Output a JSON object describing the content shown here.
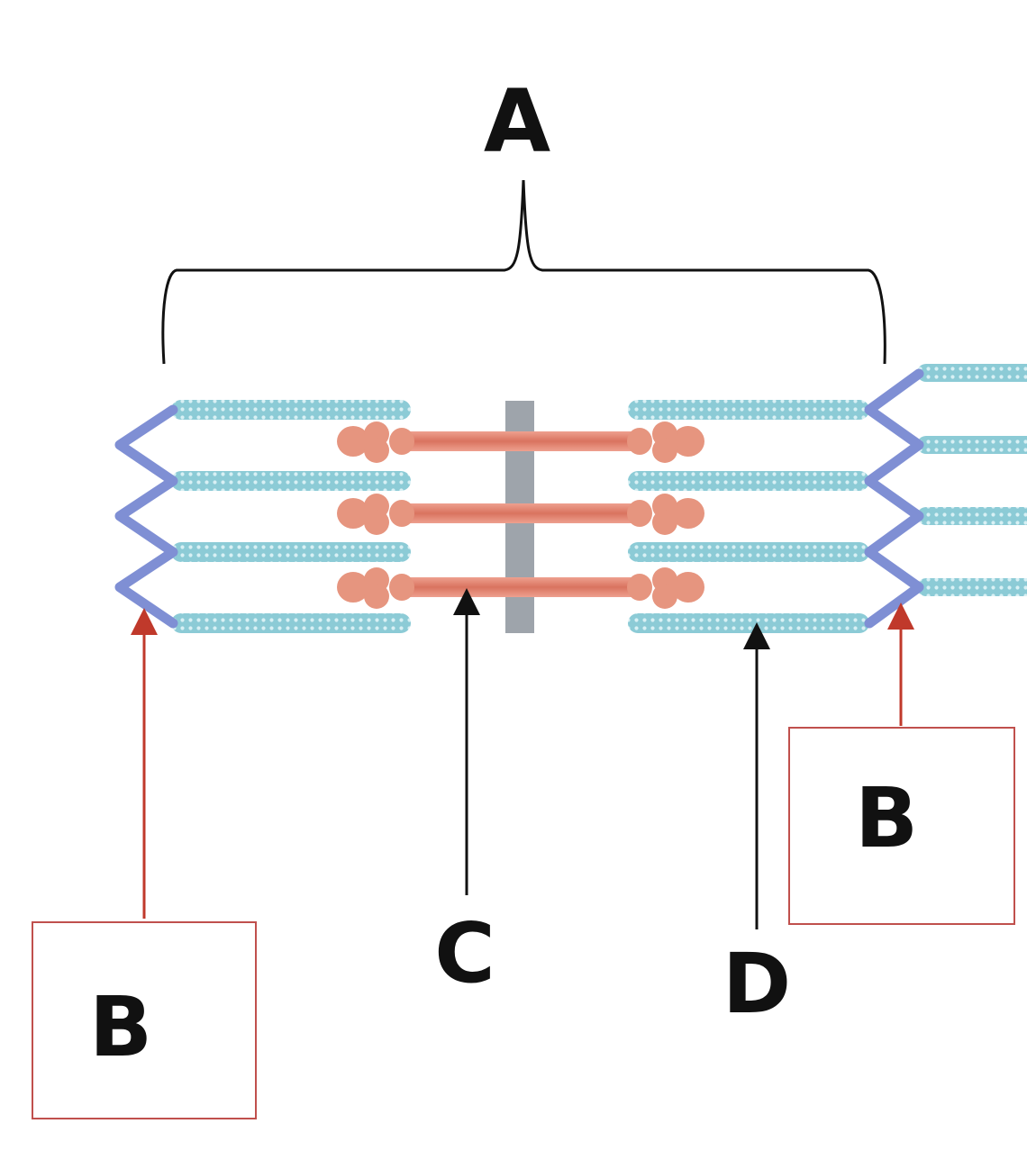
{
  "labels": {
    "a": "A",
    "b_left": "B",
    "b_right": "B",
    "c": "C",
    "d": "D"
  },
  "colors": {
    "thin_filament": "#8ccbd6",
    "thin_filament_dots": "#d8f0f4",
    "z_disc": "#7f8fd4",
    "z_disc_edge": "#5a6cbf",
    "thick_filament": "#e08a7a",
    "myosin_head": "#e6957f",
    "m_line": "#9ea4ab",
    "label_box_border": "#c0504d",
    "pointer_b": "#c0392b",
    "pointer_cd": "#111111"
  }
}
